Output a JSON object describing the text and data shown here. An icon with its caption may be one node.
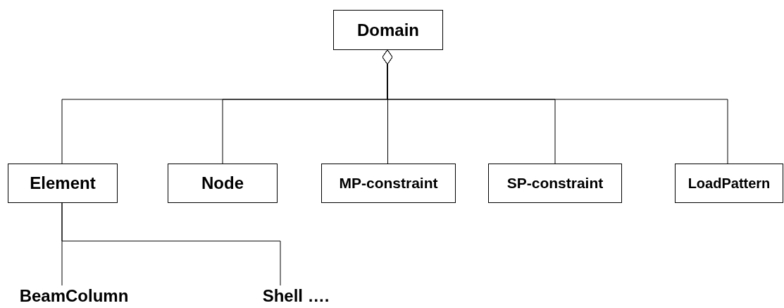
{
  "diagram": {
    "nodes": [
      {
        "text": [
          "Domain"
        ]
      },
      {
        "text": [
          "Element"
        ]
      },
      {
        "text": [
          "Node"
        ]
      },
      {
        "text": [
          "MP-constraint"
        ]
      },
      {
        "text": [
          "SP-constraint"
        ]
      },
      {
        "text": [
          "LoadPattern"
        ]
      },
      {
        "text": [
          "BeamColumn"
        ]
      },
      {
        "text": [
          "Shell …."
        ]
      }
    ],
    "edges": [
      {
        "from": 0,
        "to": 1,
        "arrow": "other"
      },
      {
        "from": 0,
        "to": 2,
        "arrow": "other"
      },
      {
        "from": 0,
        "to": 3,
        "arrow": "other"
      },
      {
        "from": 0,
        "to": 4,
        "arrow": "other"
      },
      {
        "from": 0,
        "to": 5,
        "arrow": "other"
      },
      {
        "from": 1,
        "to": 6,
        "arrow": "none"
      },
      {
        "from": 1,
        "to": 7,
        "arrow": "none"
      }
    ]
  }
}
